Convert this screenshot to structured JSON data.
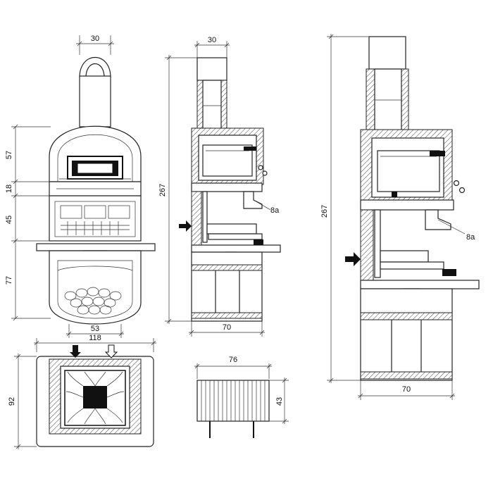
{
  "front_view": {
    "top_width": "30",
    "dim_57": "57",
    "dim_18": "18",
    "dim_45": "45",
    "dim_77": "77",
    "bottom_width": "53"
  },
  "plan_view": {
    "width": "118",
    "depth": "92"
  },
  "side_view_small": {
    "top_width": "30",
    "height": "267",
    "label_8a": "8a",
    "base_width": "70"
  },
  "grill_detail": {
    "width": "76",
    "height": "43"
  },
  "side_view_large": {
    "height": "267",
    "label_8a": "8a",
    "base_width": "70"
  }
}
